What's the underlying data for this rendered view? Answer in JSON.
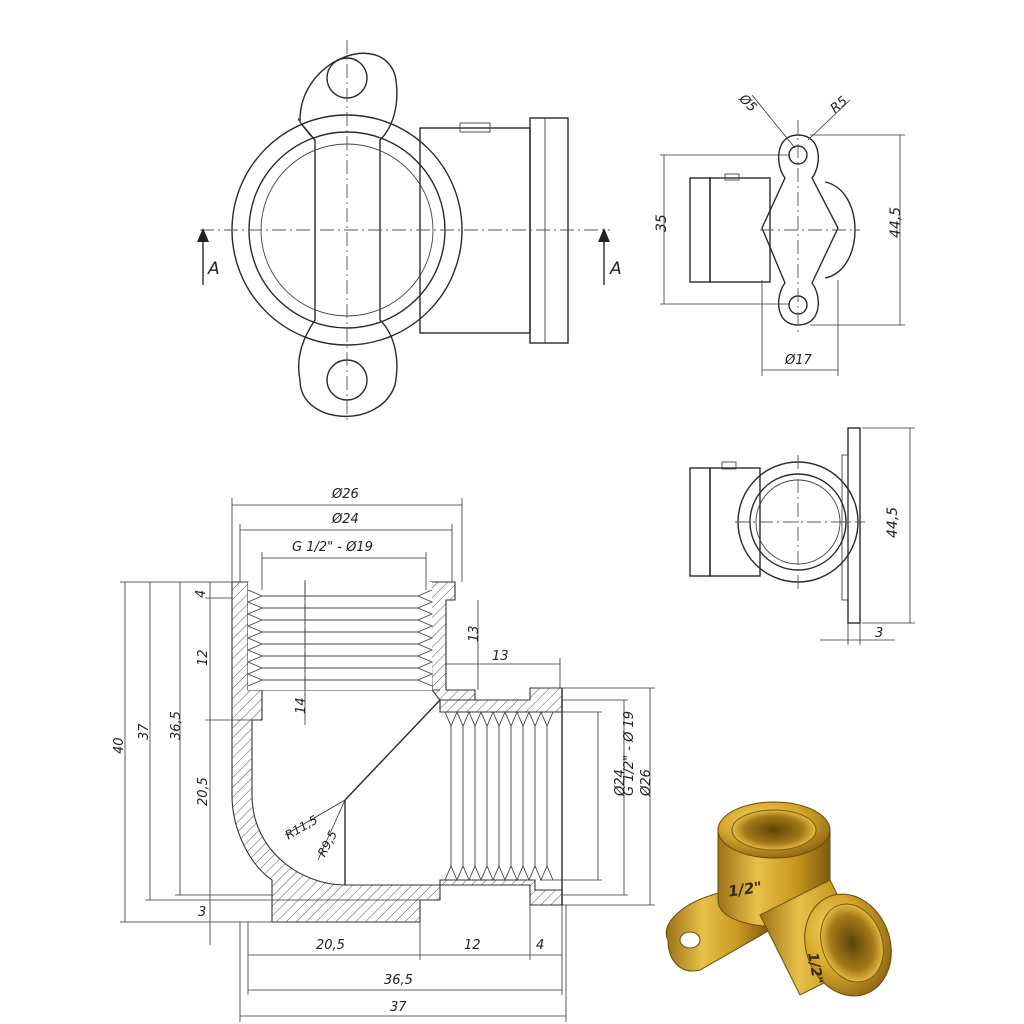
{
  "views": {
    "front": {
      "section_labels": [
        "A",
        "A"
      ]
    },
    "side": {
      "dims": {
        "hole_dia": "Ø5",
        "radius": "R5",
        "height_35": "35",
        "height_44_5": "44,5",
        "dia_17": "Ø17"
      }
    },
    "bottom_right": {
      "dims": {
        "height_44_5": "44,5",
        "thickness_3": "3"
      }
    },
    "section": {
      "dims": {
        "d26_top": "Ø26",
        "d24_top": "Ø24",
        "thread_top": "G 1/2\" -  Ø19",
        "d4_left": "4",
        "d12_left": "12",
        "d14": "14",
        "d13_vert": "13",
        "d13_horiz": "13",
        "d40": "40",
        "d37_left": "37",
        "d36_5_left": "36,5",
        "d20_5_left": "20,5",
        "d3_left": "3",
        "r11_5": "R11,5",
        "r9_5": "R9,5",
        "thread_right": "G 1/2\" - Ø 19",
        "d24_right": "Ø24",
        "d26_right": "Ø26",
        "d20_5_bottom": "20,5",
        "d12_bottom": "12",
        "d4_bottom": "4",
        "d36_5_bottom": "36,5",
        "d37_bottom": "37"
      }
    },
    "render": {
      "stamp_top": "1/2\"",
      "stamp_side": "1/2\""
    }
  }
}
